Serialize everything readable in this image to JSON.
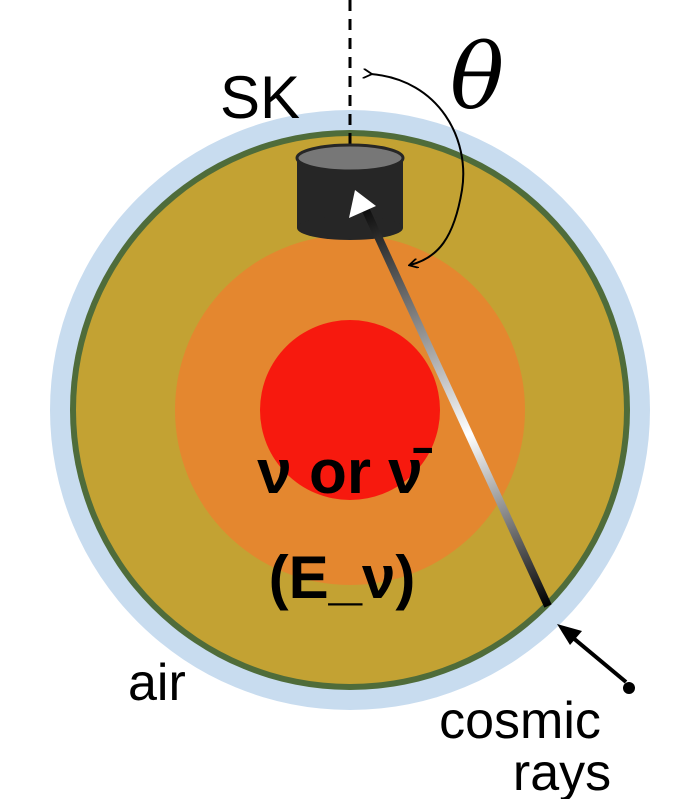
{
  "labels": {
    "detector": "SK",
    "angle": "θ",
    "particle": "ν or ν̄",
    "energy": "(E_ν)",
    "atmosphere": "air",
    "source_line1": "cosmic",
    "source_line2": "rays"
  },
  "colors": {
    "air": "#c8dcef",
    "crust_edge": "#4f6c3a",
    "mantle": "#c3a233",
    "outer_core": "#e4872f",
    "inner_core": "#f7190e",
    "detector": "#262626",
    "detector_top": "#777777"
  }
}
